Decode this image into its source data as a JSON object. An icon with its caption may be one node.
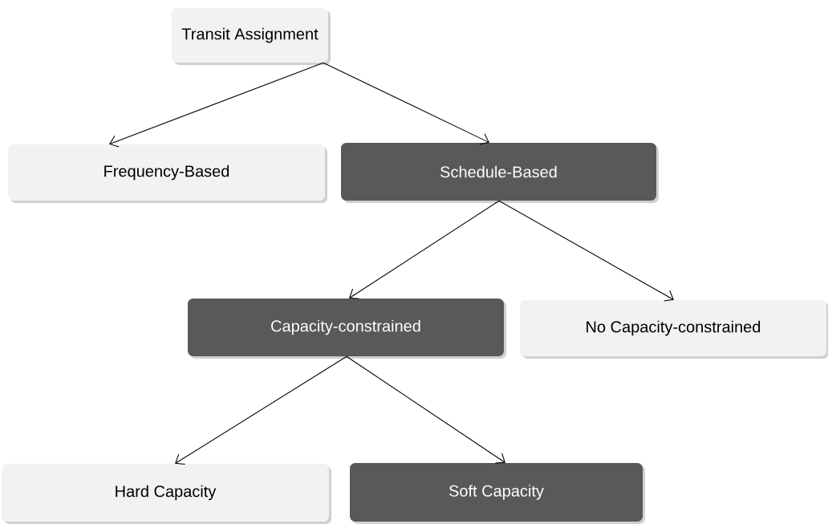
{
  "diagram": {
    "nodes": [
      {
        "text": [
          "Transit Assignment"
        ]
      },
      {
        "text": [
          "Frequency-Based"
        ]
      },
      {
        "text": [
          "Schedule-Based"
        ]
      },
      {
        "text": [
          "Capacity-constrained"
        ]
      },
      {
        "text": [
          "No Capacity-constrained"
        ]
      },
      {
        "text": [
          "Hard Capacity"
        ]
      },
      {
        "text": [
          "Soft Capacity"
        ]
      }
    ],
    "edges": [
      {
        "from": 0,
        "to": 1,
        "arrow": "to"
      },
      {
        "from": 0,
        "to": 2,
        "arrow": "to"
      },
      {
        "from": 2,
        "to": 3,
        "arrow": "to"
      },
      {
        "from": 2,
        "to": 4,
        "arrow": "to"
      },
      {
        "from": 3,
        "to": 5,
        "arrow": "to"
      },
      {
        "from": 3,
        "to": 6,
        "arrow": "to"
      }
    ]
  }
}
